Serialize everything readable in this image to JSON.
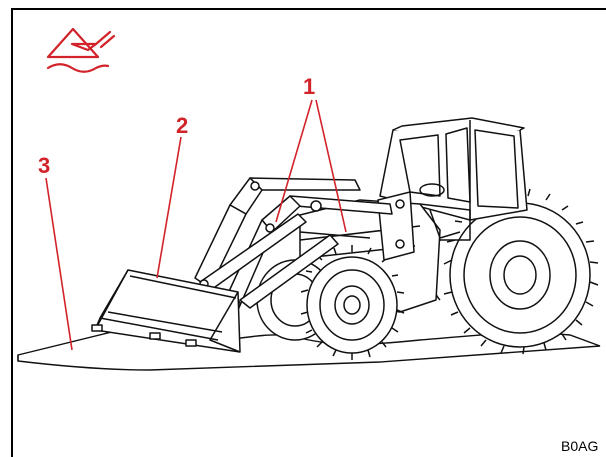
{
  "figure": {
    "code": "B0AG",
    "accent_color": "#d2232a",
    "line_color": "#111111",
    "icon": "ground-surface-warning-icon"
  },
  "callouts": [
    {
      "label": "1",
      "target": "lift-arms"
    },
    {
      "label": "2",
      "target": "bucket"
    },
    {
      "label": "3",
      "target": "ground-surface"
    }
  ]
}
